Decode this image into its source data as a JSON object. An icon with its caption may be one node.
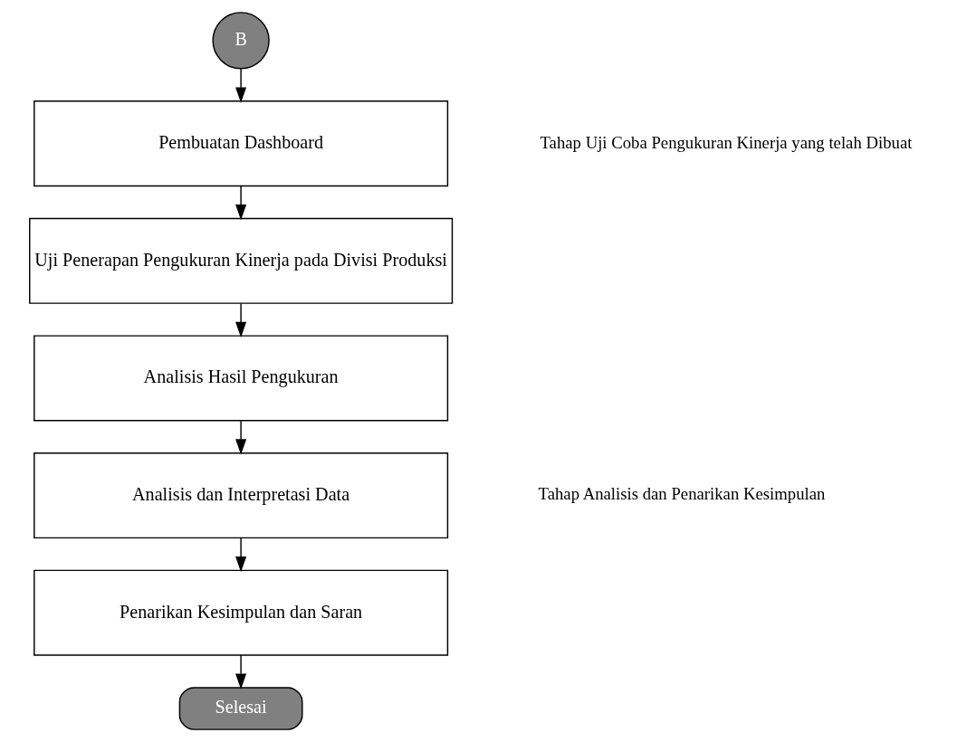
{
  "diagram": {
    "nodes": [
      {
        "text": [
          "B"
        ]
      },
      {
        "text": [
          "Pembuatan Dashboard"
        ]
      },
      {
        "text": [
          "Uji Penerapan Pengukuran Kinerja pada Divisi Produksi"
        ]
      },
      {
        "text": [
          "Analisis Hasil Pengukuran"
        ]
      },
      {
        "text": [
          "Analisis dan Interpretasi Data"
        ]
      },
      {
        "text": [
          "Penarikan Kesimpulan dan Saran"
        ]
      },
      {
        "text": [
          "Selesai"
        ]
      }
    ],
    "edges": [
      {
        "from": 0,
        "to": 1,
        "arrow": "to"
      },
      {
        "from": 1,
        "to": 2,
        "arrow": "to"
      },
      {
        "from": 2,
        "to": 3,
        "arrow": "to"
      },
      {
        "from": 3,
        "to": 4,
        "arrow": "to"
      },
      {
        "from": 4,
        "to": 5,
        "arrow": "to"
      },
      {
        "from": 5,
        "to": 6,
        "arrow": "to"
      }
    ],
    "labels": [
      "Tahap Uji Coba Pengukuran Kinerja yang telah Dibuat",
      "Tahap Analisis dan Penarikan Kesimpulan"
    ]
  }
}
